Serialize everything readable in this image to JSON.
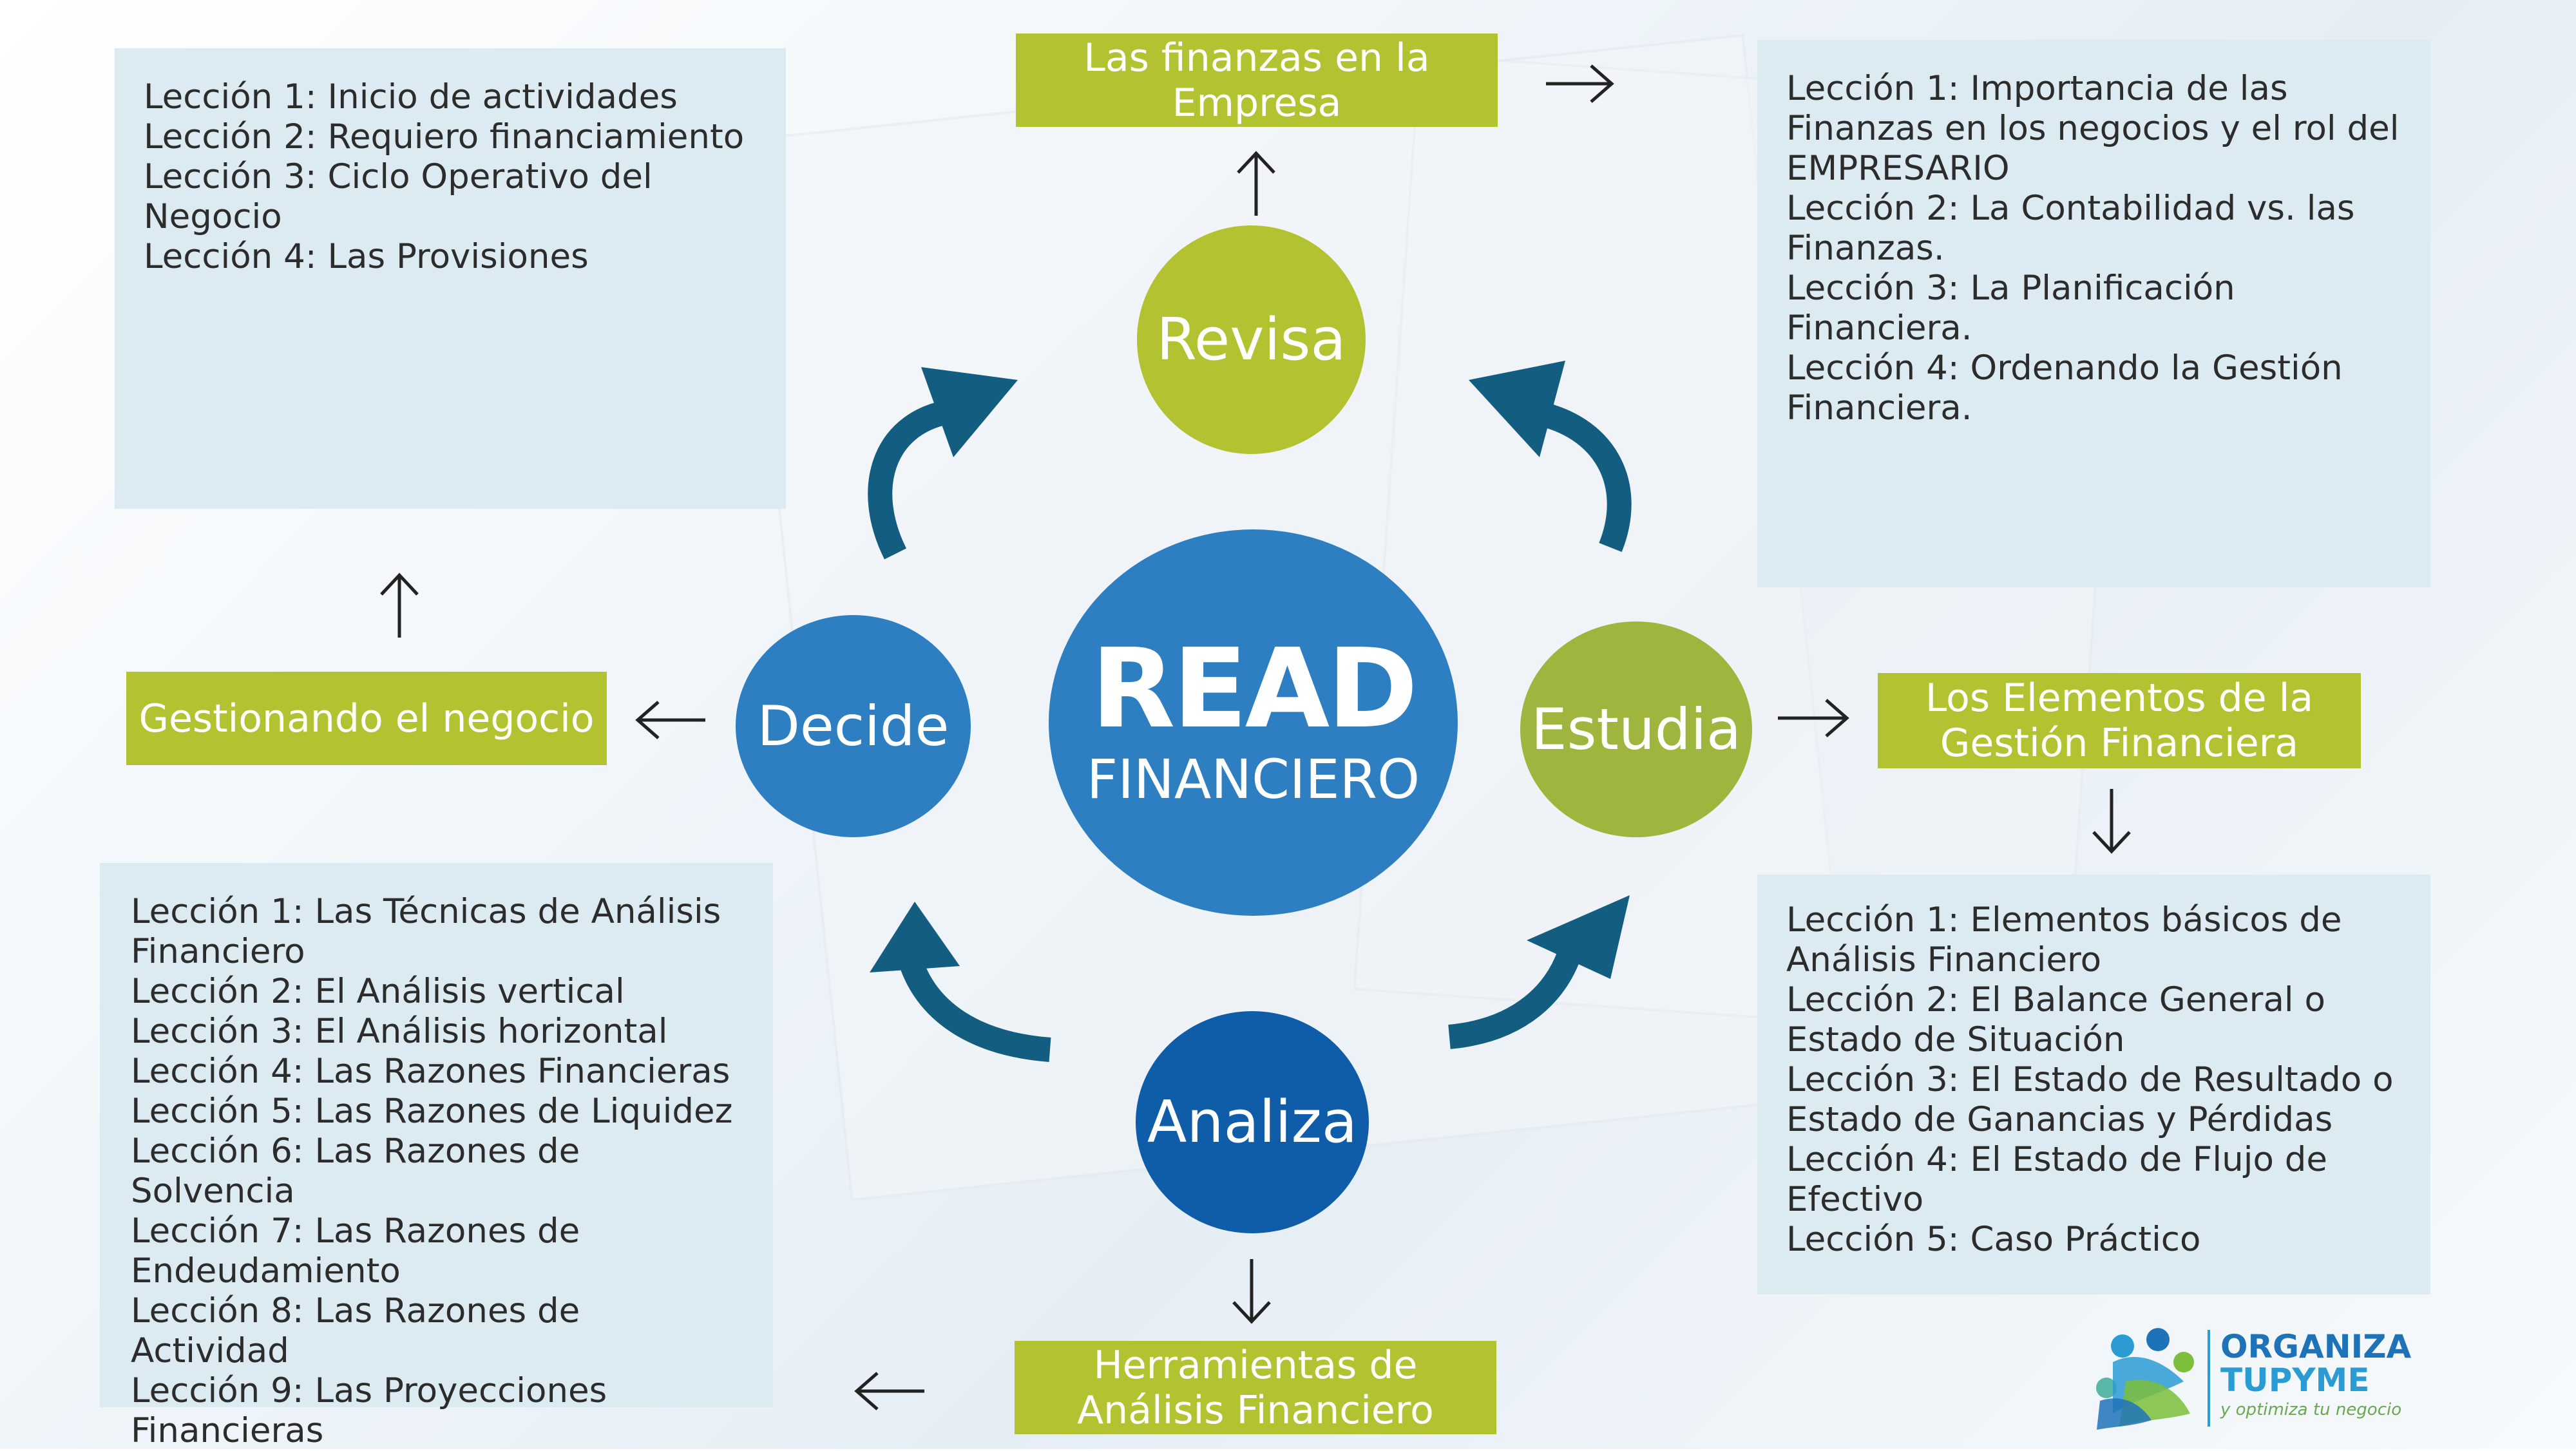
{
  "center": {
    "title": "READ",
    "subtitle": "FINANCIERO"
  },
  "phases": {
    "revisa": "Revisa",
    "estudia": "Estudia",
    "analiza": "Analiza",
    "decide": "Decide"
  },
  "tags": {
    "top": "Las finanzas en la Empresa",
    "right": "Los Elementos de la Gestión Financiera",
    "bottom": "Herramientas de Análisis Financiero",
    "left": "Gestionando el negocio"
  },
  "boxes": {
    "top_left": [
      "Lección 1: Inicio de actividades",
      "Lección 2: Requiero financiamiento",
      "Lección 3: Ciclo Operativo del Negocio",
      "Lección 4: Las Provisiones"
    ],
    "top_right": [
      "Lección 1: Importancia de las Finanzas en los negocios y el rol del EMPRESARIO",
      "Lección 2: La Contabilidad vs. las Finanzas.",
      "Lección 3: La Planificación Financiera.",
      "Lección 4: Ordenando la Gestión Financiera."
    ],
    "bottom_left": [
      "Lección 1: Las Técnicas de Análisis Financiero",
      "Lección 2: El Análisis vertical",
      "Lección 3: El Análisis horizontal",
      "Lección 4: Las Razones Financieras",
      "Lección 5: Las Razones de Liquidez",
      "Lección 6: Las Razones de Solvencia",
      "Lección 7: Las Razones de Endeudamiento",
      "Lección 8: Las Razones de Actividad",
      "Lección 9: Las Proyecciones Financieras"
    ],
    "bottom_right": [
      "Lección 1: Elementos básicos de Análisis Financiero",
      "Lección 2: El Balance General o Estado de Situación",
      "Lección 3: El Estado de Resultado o Estado de Ganancias y Pérdidas",
      "Lección 4: El Estado de Flujo de Efectivo",
      "Lección 5: Caso Práctico"
    ]
  },
  "logo": {
    "line1": "ORGANIZA",
    "line2": "TUPYME",
    "tagline": "y optimiza tu negocio"
  },
  "colors": {
    "tag_green": "#b3c230",
    "box_blue": "#dcebf1",
    "center_blue": "#2e7fc2",
    "decide_blue": "#2e7fc2",
    "analiza_blue": "#0f5ca8",
    "revisa_green": "#b3c230",
    "estudia_green": "#9fb63e",
    "curve_arrow": "#135e80"
  }
}
